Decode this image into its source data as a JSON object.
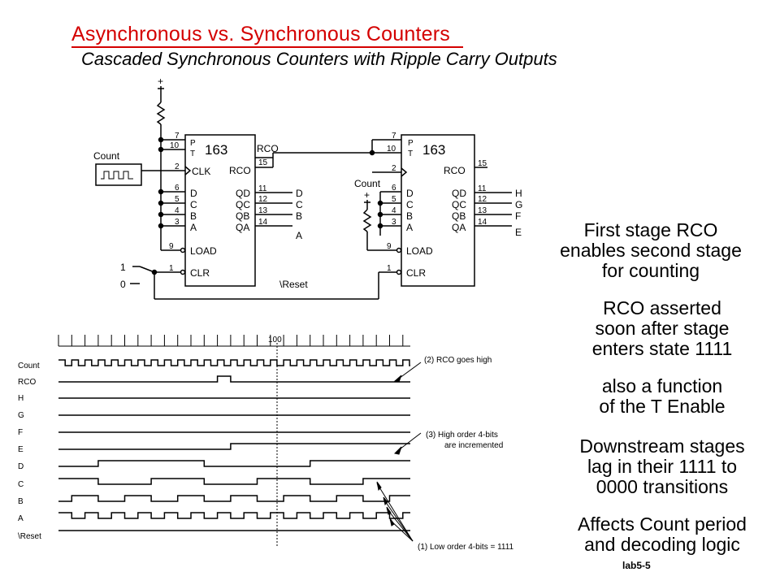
{
  "slide": {
    "title": "Asynchronous vs. Synchronous Counters",
    "subtitle": "Cascaded Synchronous Counters with Ripple Carry Outputs",
    "footer": "lab5-5"
  },
  "accent_color": "#d40000",
  "circuit": {
    "chip_label": "163",
    "chip_p": "P",
    "chip_t": "T",
    "rco": "RCO",
    "clk": "CLK",
    "load": "LOAD",
    "clr": "CLR",
    "count": "Count",
    "plus": "+",
    "one": "1",
    "zero": "0",
    "reset": "\\Reset",
    "pin_inputs": [
      "D",
      "C",
      "B",
      "A"
    ],
    "pin_outputs": [
      "QD",
      "QC",
      "QB",
      "QA"
    ],
    "pin_numbers": [
      "7",
      "10",
      "2",
      "6",
      "5",
      "4",
      "3",
      "9",
      "1",
      "15",
      "11",
      "12",
      "13",
      "14"
    ],
    "stage1_outputs": [
      "D",
      "C",
      "B",
      "A"
    ],
    "stage2_outputs": [
      "H",
      "G",
      "F",
      "E"
    ]
  },
  "timing": {
    "marker": "100",
    "signals": [
      "Count",
      "RCO",
      "H",
      "G",
      "F",
      "E",
      "D",
      "C",
      "B",
      "A",
      "\\Reset"
    ],
    "annotations": {
      "rco_high": "(2) RCO goes high",
      "high_order_1": "(3) High order 4-bits",
      "high_order_2": "are incremented",
      "low_order": "(1) Low order 4-bits = 1111"
    }
  },
  "notes": [
    [
      "First stage RCO",
      "enables second stage",
      "for counting"
    ],
    [
      "RCO asserted",
      "soon after stage",
      "enters state 1111"
    ],
    [
      "also a function",
      "of the T Enable"
    ],
    [
      "Downstream stages",
      "lag in their 1111 to",
      "0000 transitions"
    ],
    [
      "Affects Count period",
      "and decoding logic"
    ]
  ]
}
